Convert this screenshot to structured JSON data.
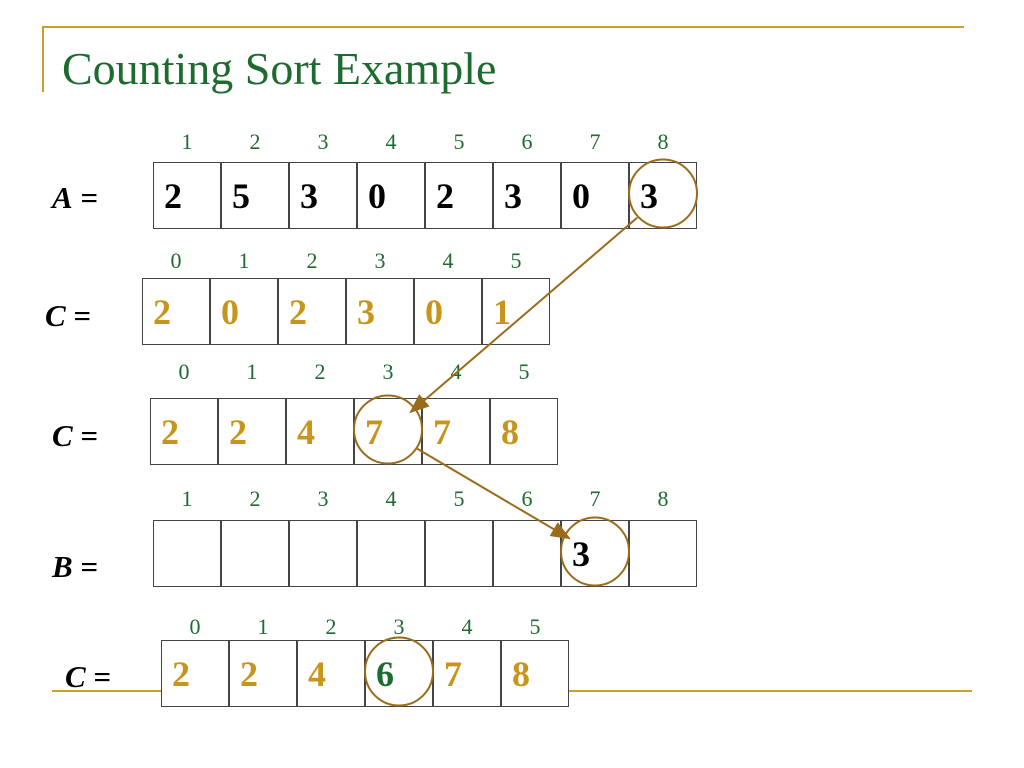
{
  "title": "Counting Sort Example",
  "colors": {
    "title": "#1E6B2F",
    "index": "#1E6B2F",
    "count_value": "#C8951C",
    "highlight": "#1E6B2F",
    "annotation": "#9A6B1A",
    "rule": "#C8A02A"
  },
  "rows": [
    {
      "label": "A",
      "indices": [
        "1",
        "2",
        "3",
        "4",
        "5",
        "6",
        "7",
        "8"
      ],
      "values": [
        "2",
        "5",
        "3",
        "0",
        "2",
        "3",
        "0",
        "3"
      ],
      "value_color": "black"
    },
    {
      "label": "C",
      "indices": [
        "0",
        "1",
        "2",
        "3",
        "4",
        "5"
      ],
      "values": [
        "2",
        "0",
        "2",
        "3",
        "0",
        "1"
      ],
      "value_color": "gold"
    },
    {
      "label": "C",
      "indices": [
        "0",
        "1",
        "2",
        "3",
        "4",
        "5"
      ],
      "values": [
        "2",
        "2",
        "4",
        "7",
        "7",
        "8"
      ],
      "value_color": "gold"
    },
    {
      "label": "B",
      "indices": [
        "1",
        "2",
        "3",
        "4",
        "5",
        "6",
        "7",
        "8"
      ],
      "values": [
        "",
        "",
        "",
        "",
        "",
        "",
        "3",
        ""
      ],
      "value_color": "black"
    },
    {
      "label": "C",
      "indices": [
        "0",
        "1",
        "2",
        "3",
        "4",
        "5"
      ],
      "values": [
        "2",
        "2",
        "4",
        "6",
        "7",
        "8"
      ],
      "value_color": "gold",
      "highlight_index": 3
    }
  ],
  "label_suffix": " =",
  "annotations": [
    {
      "type": "circle",
      "row": 0,
      "cell": 7
    },
    {
      "type": "circle",
      "row": 2,
      "cell": 3
    },
    {
      "type": "circle",
      "row": 3,
      "cell": 6
    },
    {
      "type": "circle",
      "row": 4,
      "cell": 3
    },
    {
      "type": "arrow",
      "from": [
        0,
        7
      ],
      "to": [
        2,
        3
      ]
    },
    {
      "type": "arrow",
      "from": [
        2,
        3
      ],
      "to": [
        3,
        6
      ]
    }
  ]
}
